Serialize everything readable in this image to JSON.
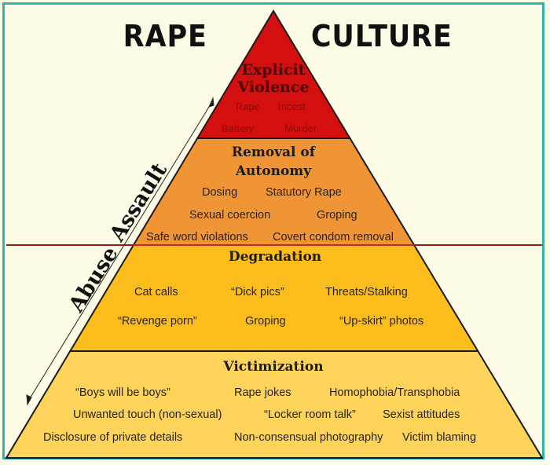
{
  "title": {
    "left": "RAPE",
    "right": "CULTURE"
  },
  "side_labels": {
    "abuse": "Abuse",
    "assault": "Assault"
  },
  "colors": {
    "frame_border": "#2fb3a8",
    "background": "#fdfbe6",
    "explicit_violence": "#d40f0f",
    "removal_of_autonomy": "#ef9535",
    "degradation": "#fbbd1c",
    "victimization": "#fdd35a",
    "divider_line": "#9b1c12"
  },
  "tiers": [
    {
      "title_line1": "Explicit",
      "title_line2": "Violence",
      "items": [
        "Rape",
        "Incest",
        "Battery",
        "Murder"
      ]
    },
    {
      "title_line1": "Removal of",
      "title_line2": "Autonomy",
      "items": [
        "Dosing",
        "Statutory Rape",
        "Sexual coercion",
        "Groping",
        "Safe word violations",
        "Covert condom removal"
      ]
    },
    {
      "title_line1": "Degradation",
      "items": [
        "Cat calls",
        "“Dick pics”",
        "Threats/Stalking",
        "“Revenge porn”",
        "Groping",
        "“Up-skirt” photos"
      ]
    },
    {
      "title_line1": "Victimization",
      "items": [
        "“Boys will be boys”",
        "Rape jokes",
        "Homophobia/Transphobia",
        "Unwanted touch (non-sexual)",
        "“Locker room talk”",
        "Sexist attitudes",
        "Disclosure of private details",
        "Non-consensual photography",
        "Victim blaming"
      ]
    }
  ]
}
